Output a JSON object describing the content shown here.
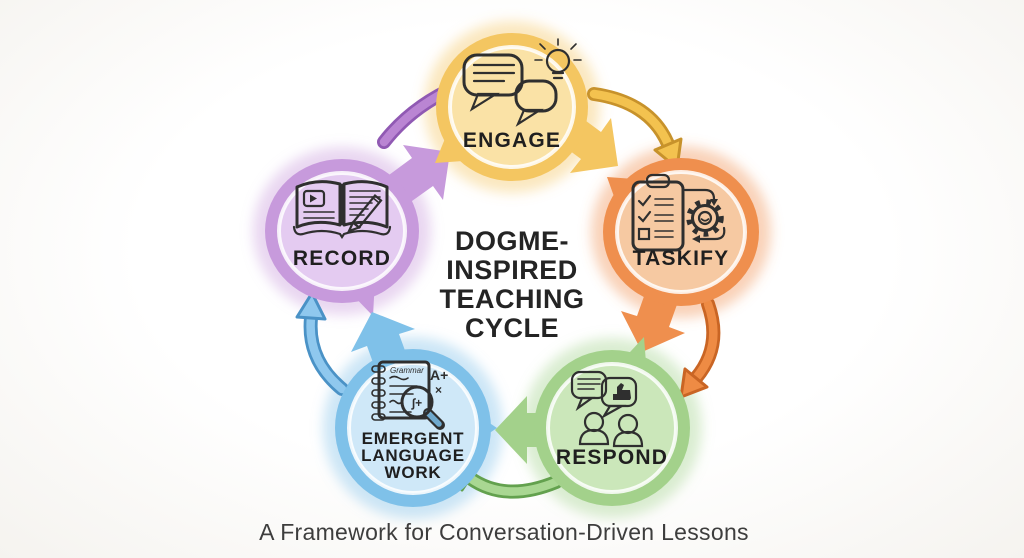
{
  "diagram": {
    "background": "#FBFAF7",
    "title_lines": [
      "DOGME-",
      "INSPIRED",
      "TEACHING",
      "CYCLE"
    ],
    "caption": "A Framework for Conversation-Driven Lessons",
    "nodes": [
      {
        "label": "ENGAGE",
        "icon": "speech-bubbles-and-lightbulb",
        "color_outer": "#F4C661",
        "color_inner": "#FAE2A6",
        "icon_accent": "#F7CB6F"
      },
      {
        "label": "TASKIFY",
        "icon": "checklist-clipboard-and-gear",
        "color_outer": "#EF8F4E",
        "color_inner": "#F6C9A2",
        "icon_accent": "#F2A866",
        "icon_paper": "#FBECDD"
      },
      {
        "label": "RESPOND",
        "icon": "two-people-with-feedback-bubbles",
        "color_outer": "#A3D18B",
        "color_inner": "#CBE7BA",
        "icon_accent": "#63BD9E",
        "icon_accent2": "#CCDFA4",
        "icon_paper": "#F2F8EE"
      },
      {
        "label_lines": [
          "EMERGENT",
          "LANGUAGE",
          "WORK"
        ],
        "icon": "notebook-with-magnifier",
        "color_outer": "#7FC1E9",
        "color_inner": "#CFE8F8",
        "icon_accent": "#6FA9CE",
        "icon_paper": "#F4FAFE",
        "icon_note": "Grammar",
        "icon_mark1": "A+",
        "icon_mark2": "×",
        "icon_glyph": "∫+"
      },
      {
        "label": "RECORD",
        "icon": "open-book-with-play-and-pen",
        "color_outer": "#C79ADC",
        "color_inner": "#E4CBF1",
        "icon_accent": "#C9A0DD",
        "icon_paper": "#F3E9F9"
      }
    ],
    "arrows": [
      {
        "from": "RECORD",
        "to": "ENGAGE",
        "fill": "#BA85D3",
        "edge": "#9059B3"
      },
      {
        "from": "ENGAGE",
        "to": "TASKIFY",
        "fill": "#F3C24F",
        "edge": "#C7922B"
      },
      {
        "from": "TASKIFY",
        "to": "RESPOND",
        "fill": "#EE8B44",
        "edge": "#C96524"
      },
      {
        "from": "RESPOND",
        "to": "EMERGENT LANGUAGE WORK",
        "fill": "#A9D792",
        "edge": "#63A14E"
      },
      {
        "from": "EMERGENT LANGUAGE WORK",
        "to": "RECORD",
        "fill": "#8FC8EE",
        "edge": "#4A92C6"
      }
    ]
  }
}
